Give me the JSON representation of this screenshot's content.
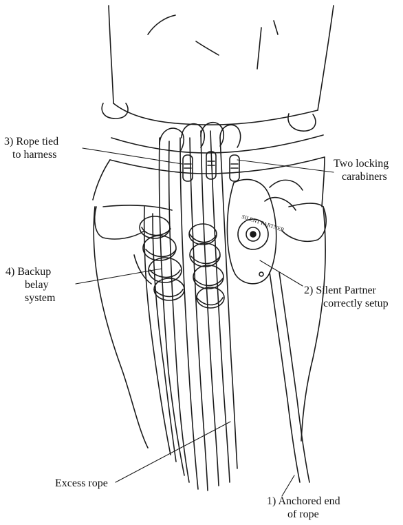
{
  "diagram": {
    "labels": {
      "rope_tied": {
        "line1": "3) Rope tied",
        "line2": "to harness"
      },
      "carabiners": {
        "line1": "Two locking",
        "line2": "carabiners"
      },
      "backup": {
        "line1": "4)  Backup",
        "line2": "belay",
        "line3": "system"
      },
      "silent_partner": {
        "line1": "2)  Silent Partner",
        "line2": "correctly setup"
      },
      "excess_rope": {
        "line1": "Excess rope"
      },
      "anchored": {
        "line1": "1)  Anchored end",
        "line2": "of rope"
      }
    },
    "device_text": "SILENT PARTNER"
  }
}
